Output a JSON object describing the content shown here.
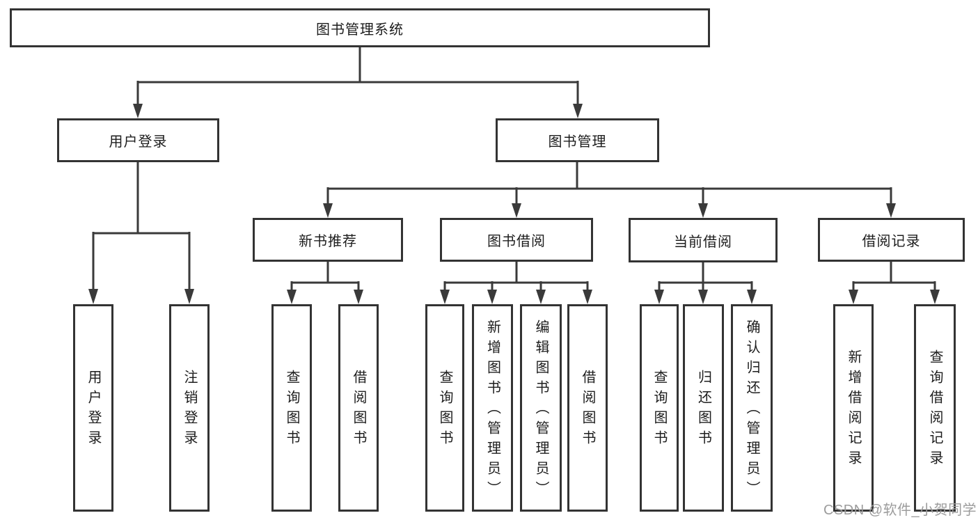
{
  "diagram": {
    "title": "图书管理系统",
    "root": {
      "label": "图书管理系统"
    },
    "level2": [
      {
        "label": "用户登录"
      },
      {
        "label": "图书管理"
      }
    ],
    "level3": [
      {
        "label": "新书推荐"
      },
      {
        "label": "图书借阅"
      },
      {
        "label": "当前借阅"
      },
      {
        "label": "借阅记录"
      }
    ],
    "leaves": {
      "user_login": [
        "用户登录",
        "注销登录"
      ],
      "new_book_recommend": [
        "查询图书",
        "借阅图书"
      ],
      "book_borrow": [
        "查询图书",
        "新增图书（管理员）",
        "编辑图书（管理员）",
        "借阅图书"
      ],
      "current_borrow": [
        "查询图书",
        "归还图书",
        "确认归还（管理员）"
      ],
      "borrow_records": [
        "新增借阅记录",
        "查询借阅记录"
      ]
    }
  },
  "watermark": {
    "text": "CSDN @软件_小贺同学"
  },
  "colors": {
    "line": "#3a3a3a",
    "box_border": "#333333",
    "text": "#1d1d1d",
    "background": "#ffffff",
    "watermark": "#9c9c9c"
  }
}
